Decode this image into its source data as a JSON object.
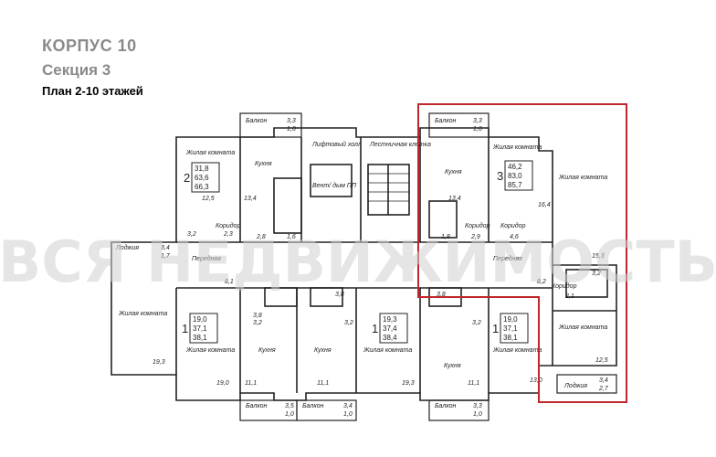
{
  "header": {
    "building": "КОРПУС 10",
    "section": "Секция 3",
    "plan": "План 2-10 этажей"
  },
  "watermark": "ВСЯ НЕДВИЖИМОСТЬ",
  "highlight_color": "#c0272d",
  "labels": {
    "balcony": "Балкон",
    "loggia": "Лоджия",
    "living_room": "Жилая комната",
    "kitchen": "Кухня",
    "corridor": "Коридор",
    "hall": "Передняя",
    "lift_hall": "Лифтовый холл",
    "stair": "Лестничная клетка",
    "shaft": "Вент/ дым ПП"
  },
  "apartments": [
    {
      "rooms": "2",
      "area_living": "31,8",
      "area_total": "63,6",
      "area_full": "66,3"
    },
    {
      "rooms": "3",
      "area_living": "46,2",
      "area_total": "83,0",
      "area_full": "85,7"
    },
    {
      "rooms": "1",
      "area_living": "19,0",
      "area_total": "37,1",
      "area_full": "38,1"
    },
    {
      "rooms": "1",
      "area_living": "19,3",
      "area_total": "37,4",
      "area_full": "38,4"
    },
    {
      "rooms": "1",
      "area_living": "19,0",
      "area_total": "37,1",
      "area_full": "38,1"
    }
  ],
  "areas": {
    "balcony_a": "3,3",
    "balcony_a_k": "1,0",
    "balcony_b": "3,3",
    "balcony_b_k": "1,0",
    "balcony_c": "3,5",
    "balcony_c_k": "1,0",
    "balcony_d": "3,4",
    "balcony_d_k": "1,0",
    "balcony_e": "3,3",
    "balcony_e_k": "1,0",
    "loggia_l": "3,4",
    "loggia_l_k": "1,7",
    "loggia_r": "3,4",
    "loggia_r_k": "2,7",
    "a1": "12,5",
    "a2": "13,4",
    "a3": "3,2",
    "a4": "2,3",
    "a5": "2,8",
    "a6": "1,6",
    "a7": "13,4",
    "a8": "16,4",
    "a9": "1,8",
    "a10": "2,9",
    "a11": "4,6",
    "a12": "15,3",
    "a13": "8,1",
    "a14": "8,2",
    "a15": "3,2",
    "a16": "2,1",
    "a17": "12,5",
    "a18": "19,3",
    "a19": "3,8",
    "a20": "3,2",
    "a21": "3,8",
    "a22": "3,2",
    "a23": "3,8",
    "a24": "3,2",
    "a25": "19,0",
    "a26": "11,1",
    "a27": "11,1",
    "a28": "19,3",
    "a29": "11,1",
    "a30": "13,0"
  }
}
